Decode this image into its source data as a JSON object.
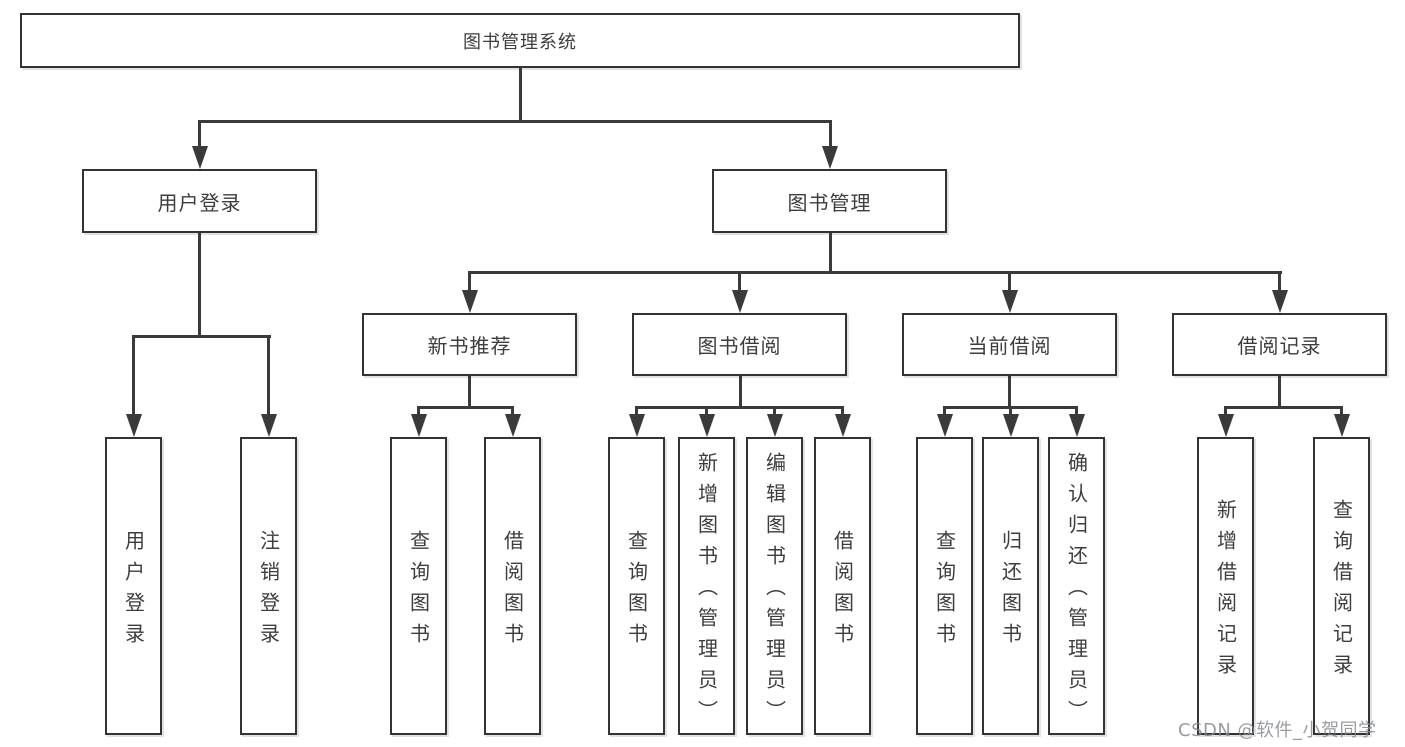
{
  "diagram": {
    "root": {
      "label": "图书管理系统"
    },
    "level2": [
      {
        "label": "用户登录"
      },
      {
        "label": "图书管理"
      }
    ],
    "level3": [
      {
        "label": "新书推荐"
      },
      {
        "label": "图书借阅"
      },
      {
        "label": "当前借阅"
      },
      {
        "label": "借阅记录"
      }
    ],
    "leaves": [
      {
        "label": "用户登录"
      },
      {
        "label": "注销登录"
      },
      {
        "label": "查询图书"
      },
      {
        "label": "借阅图书"
      },
      {
        "label": "查询图书"
      },
      {
        "label": "新增图书（管理员）"
      },
      {
        "label": "编辑图书（管理员）"
      },
      {
        "label": "借阅图书"
      },
      {
        "label": "查询图书"
      },
      {
        "label": "归还图书"
      },
      {
        "label": "确认归还（管理员）"
      },
      {
        "label": "新增借阅记录"
      },
      {
        "label": "查询借阅记录"
      }
    ]
  },
  "watermark": {
    "text": "CSDN @软件_小贺同学"
  },
  "colors": {
    "background": "#ffffff",
    "box_fill": "#ffffff",
    "box_border": "#333333",
    "line": "#3a3a3a",
    "text": "#3d3d3d",
    "watermark": "#868b90"
  }
}
